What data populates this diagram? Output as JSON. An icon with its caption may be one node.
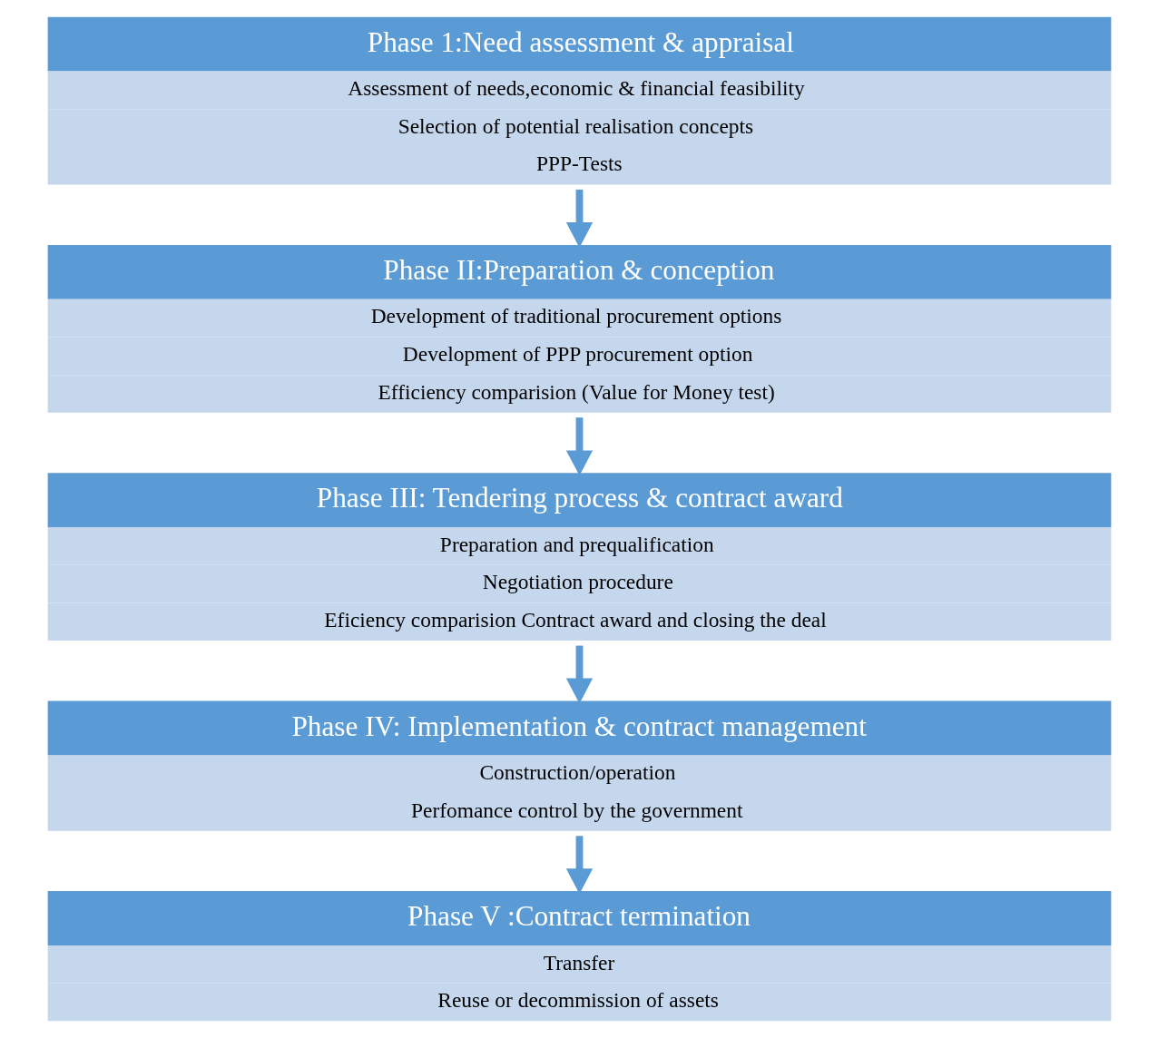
{
  "diagram": {
    "nodes": [
      {
        "text": [
          "Phase 1:Need assessment & appraisal",
          "Assessment of needs,economic & financial feasibility",
          "Selection of potential realisation concepts",
          "PPP-Tests"
        ]
      },
      {
        "text": [
          "Phase II:Preparation & conception",
          "Development of traditional procurement options",
          "Development of PPP procurement option",
          "Efficiency comparision (Value for Money test)"
        ]
      },
      {
        "text": [
          "Phase III: Tendering process & contract award",
          "Preparation and prequalification",
          "Negotiation procedure",
          "Eficiency comparision Contract award and closing the deal"
        ]
      },
      {
        "text": [
          "Phase IV: Implementation & contract management",
          "Construction/operation",
          "Perfomance control by the government"
        ]
      },
      {
        "text": [
          "Phase V :Contract termination",
          "Transfer",
          "Reuse or decommission of assets"
        ]
      }
    ],
    "edges": [
      {
        "from": 0,
        "to": 1,
        "arrow": "to"
      },
      {
        "from": 1,
        "to": 2,
        "arrow": "to"
      },
      {
        "from": 2,
        "to": 3,
        "arrow": "to"
      },
      {
        "from": 3,
        "to": 4,
        "arrow": "to"
      }
    ]
  }
}
